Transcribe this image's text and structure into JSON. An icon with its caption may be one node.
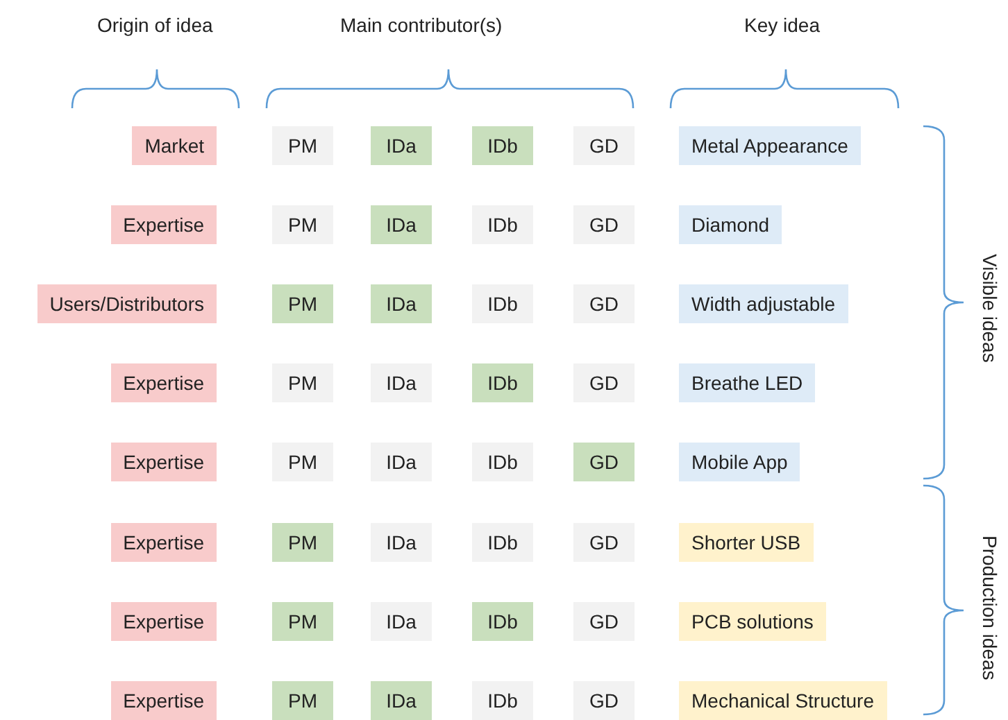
{
  "diagram": {
    "nodes": [
      {
        "text": [
          "Market"
        ]
      },
      {
        "text": [
          "PM"
        ]
      },
      {
        "text": [
          "IDa"
        ]
      },
      {
        "text": [
          "IDb"
        ]
      },
      {
        "text": [
          "GD"
        ]
      },
      {
        "text": [
          "Metal Appearance"
        ]
      },
      {
        "text": [
          "Expertise"
        ]
      },
      {
        "text": [
          "PM"
        ]
      },
      {
        "text": [
          "IDa"
        ]
      },
      {
        "text": [
          "IDb"
        ]
      },
      {
        "text": [
          "GD"
        ]
      },
      {
        "text": [
          "Diamond"
        ]
      },
      {
        "text": [
          "Users/Distributors"
        ]
      },
      {
        "text": [
          "PM"
        ]
      },
      {
        "text": [
          "IDa"
        ]
      },
      {
        "text": [
          "IDb"
        ]
      },
      {
        "text": [
          "GD"
        ]
      },
      {
        "text": [
          "Width adjustable"
        ]
      },
      {
        "text": [
          "Expertise"
        ]
      },
      {
        "text": [
          "PM"
        ]
      },
      {
        "text": [
          "IDa"
        ]
      },
      {
        "text": [
          "IDb"
        ]
      },
      {
        "text": [
          "GD"
        ]
      },
      {
        "text": [
          "Breathe LED"
        ]
      },
      {
        "text": [
          "Expertise"
        ]
      },
      {
        "text": [
          "PM"
        ]
      },
      {
        "text": [
          "IDa"
        ]
      },
      {
        "text": [
          "IDb"
        ]
      },
      {
        "text": [
          "GD"
        ]
      },
      {
        "text": [
          "Mobile App"
        ]
      },
      {
        "text": [
          "Expertise"
        ]
      },
      {
        "text": [
          "PM"
        ]
      },
      {
        "text": [
          "IDa"
        ]
      },
      {
        "text": [
          "IDb"
        ]
      },
      {
        "text": [
          "GD"
        ]
      },
      {
        "text": [
          "Shorter USB"
        ]
      },
      {
        "text": [
          "Expertise"
        ]
      },
      {
        "text": [
          "PM"
        ]
      },
      {
        "text": [
          "IDa"
        ]
      },
      {
        "text": [
          "IDb"
        ]
      },
      {
        "text": [
          "GD"
        ]
      },
      {
        "text": [
          "PCB solutions"
        ]
      },
      {
        "text": [
          "Expertise"
        ]
      },
      {
        "text": [
          "PM"
        ]
      },
      {
        "text": [
          "IDa"
        ]
      },
      {
        "text": [
          "IDb"
        ]
      },
      {
        "text": [
          "GD"
        ]
      },
      {
        "text": [
          "Mechanical Structure"
        ]
      }
    ],
    "edges": [],
    "labels": [
      "Origin of idea",
      "Main contributor(s)",
      "Key idea",
      "Visible ideas",
      "Production ideas"
    ]
  }
}
